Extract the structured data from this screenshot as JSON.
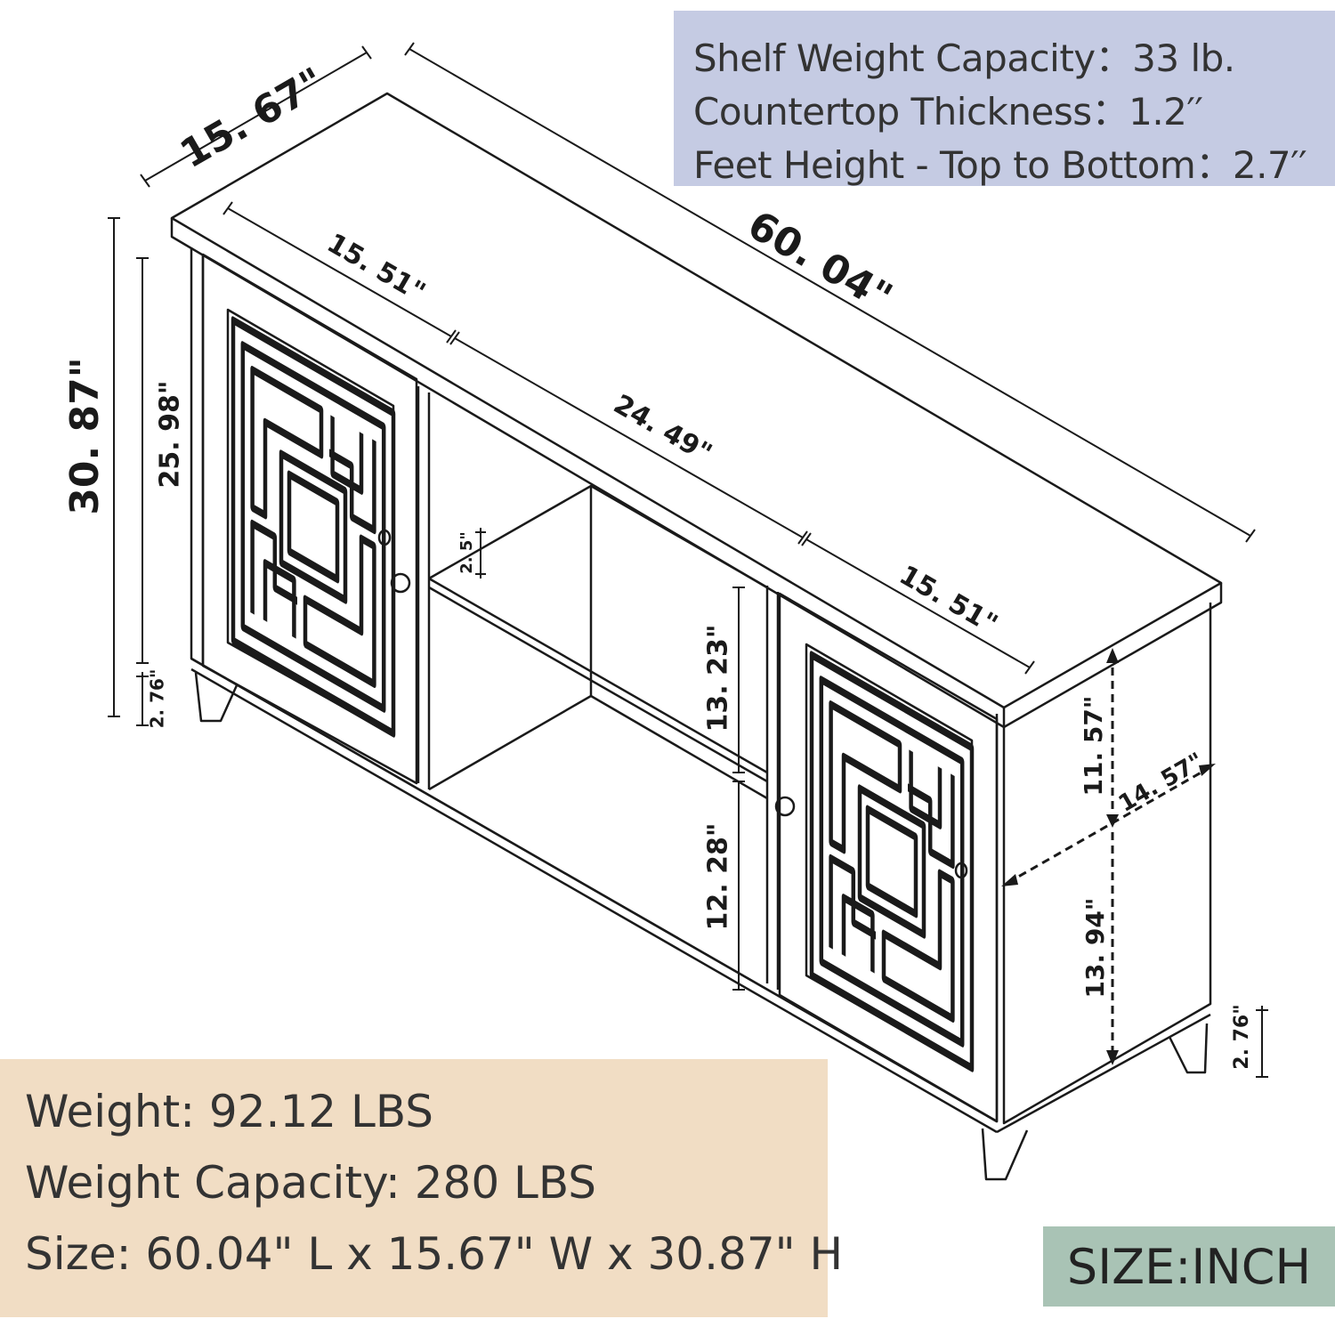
{
  "dimensions": {
    "top_depth": "15. 67\"",
    "total_length": "60. 04\"",
    "left_door_width": "15. 51\"",
    "middle_width": "24. 49\"",
    "right_door_width": "15. 51\"",
    "total_height": "30. 87\"",
    "body_height": "25. 98\"",
    "left_feet_height": "2. 76\"",
    "shelf_thickness": "2. 5\"",
    "upper_opening": "13. 23\"",
    "lower_opening": "12. 28\"",
    "side_upper": "11. 57\"",
    "side_depth": "14. 57\"",
    "side_lower": "13. 94\"",
    "right_feet_height": "2. 76\""
  },
  "specs_top": [
    "Shelf Weight Capacity：33 lb.",
    "Countertop Thickness：1.2′′",
    "Feet Height - Top to Bottom：2.7′′"
  ],
  "specs_bottom": [
    "Weight: 92.12 LBS",
    "Weight Capacity: 280 LBS",
    "Size: 60.04\" L x 15.67\" W x 30.87\" H"
  ],
  "unit_label": "SIZE:INCH",
  "colors": {
    "specs_top_bg": "#c5cbe3",
    "specs_bottom_bg": "#f1ddc4",
    "unit_badge_bg": "#a9c3b5",
    "line": "#1a1a1a"
  }
}
